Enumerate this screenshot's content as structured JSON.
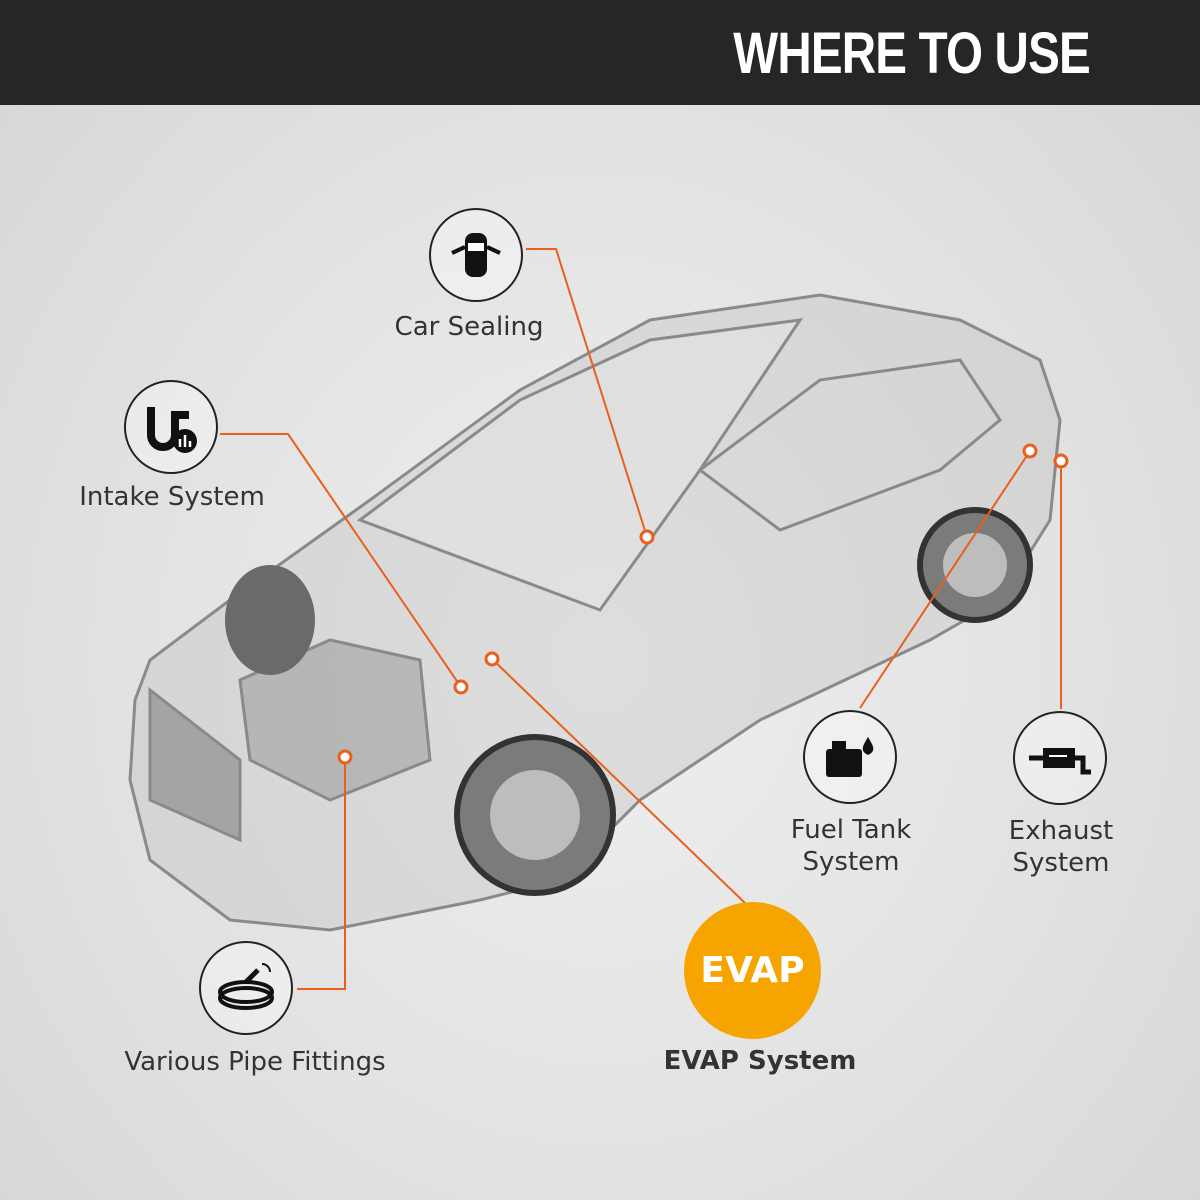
{
  "header": {
    "title": "WHERE TO USE"
  },
  "callouts": {
    "car_sealing": {
      "label": "Car Sealing",
      "icon": "car-door-icon"
    },
    "intake": {
      "label": "Intake System",
      "icon": "intake-pipe-icon"
    },
    "pipe_fittings": {
      "label": "Various Pipe Fittings",
      "icon": "hose-coil-icon"
    },
    "evap": {
      "badge": "EVAP",
      "label": "EVAP System"
    },
    "fuel_tank": {
      "label_line1": "Fuel Tank",
      "label_line2": "System",
      "icon": "fuel-tank-icon"
    },
    "exhaust": {
      "label_line1": "Exhaust",
      "label_line2": "System",
      "icon": "muffler-icon"
    }
  },
  "colors": {
    "accent": "#e8601c",
    "evap": "#f6a400",
    "header": "#262626"
  }
}
